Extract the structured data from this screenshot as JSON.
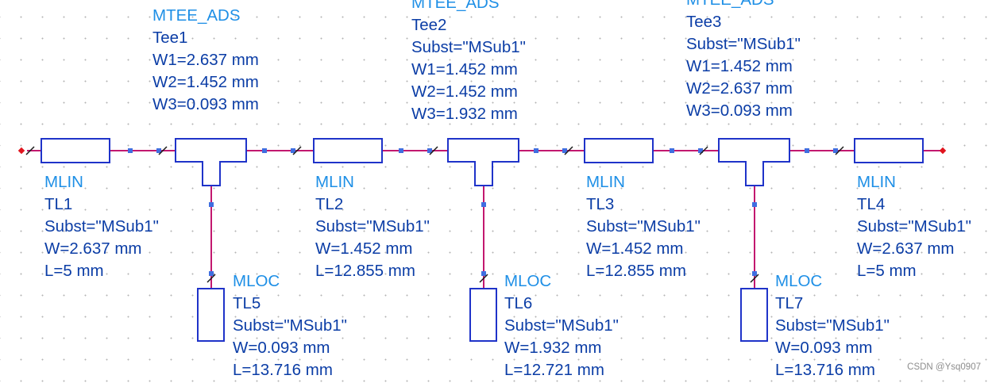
{
  "colors": {
    "component_stroke": "#1f33c9",
    "wire": "#c2186f",
    "pin": "#3f6ee0",
    "port": "#e0141e",
    "type_text": "#1e8fe6",
    "param_text": "#0b3da6",
    "grid": "#b4b4b4",
    "background": "#ffffff"
  },
  "components": [
    {
      "id": "tee1",
      "type": "MTEE_ADS",
      "name": "Tee1",
      "params": [
        "W1=2.637 mm",
        "W2=1.452 mm",
        "W3=0.093 mm"
      ]
    },
    {
      "id": "tee2",
      "type": "MTEE_ADS",
      "name": "Tee2",
      "params": [
        "Subst=\"MSub1\"",
        "W1=1.452 mm",
        "W2=1.452 mm",
        "W3=1.932 mm"
      ]
    },
    {
      "id": "tee3",
      "type": "MTEE_ADS",
      "name": "Tee3",
      "params": [
        "Subst=\"MSub1\"",
        "W1=1.452 mm",
        "W2=2.637 mm",
        "W3=0.093 mm"
      ]
    },
    {
      "id": "tl1",
      "type": "MLIN",
      "name": "TL1",
      "params": [
        "Subst=\"MSub1\"",
        "W=2.637 mm",
        "L=5 mm"
      ]
    },
    {
      "id": "tl2",
      "type": "MLIN",
      "name": "TL2",
      "params": [
        "Subst=\"MSub1\"",
        "W=1.452 mm",
        "L=12.855 mm"
      ]
    },
    {
      "id": "tl3",
      "type": "MLIN",
      "name": "TL3",
      "params": [
        "Subst=\"MSub1\"",
        "W=1.452 mm",
        "L=12.855 mm"
      ]
    },
    {
      "id": "tl4",
      "type": "MLIN",
      "name": "TL4",
      "params": [
        "Subst=\"MSub1\"",
        "W=2.637 mm",
        "L=5 mm"
      ]
    },
    {
      "id": "tl5",
      "type": "MLOC",
      "name": "TL5",
      "params": [
        "Subst=\"MSub1\"",
        "W=0.093 mm",
        "L=13.716 mm"
      ]
    },
    {
      "id": "tl6",
      "type": "MLOC",
      "name": "TL6",
      "params": [
        "Subst=\"MSub1\"",
        "W=1.932 mm",
        "L=12.721 mm"
      ]
    },
    {
      "id": "tl7",
      "type": "MLOC",
      "name": "TL7",
      "params": [
        "Subst=\"MSub1\"",
        "W=0.093 mm",
        "L=13.716 mm"
      ]
    }
  ],
  "watermark": "CSDN @Ysq0907"
}
